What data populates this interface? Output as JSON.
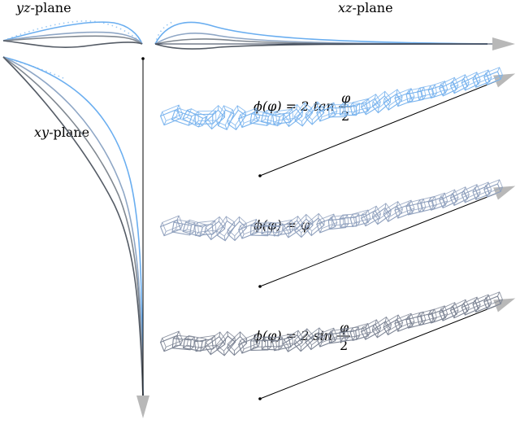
{
  "labels": {
    "yz_var": "yz",
    "yz_suffix": "-plane",
    "xz_var": "xz",
    "xz_suffix": "-plane",
    "xy_var": "xy",
    "xy_suffix": "-plane"
  },
  "equations": [
    {
      "lhs": "ϕ(φ) = 2 tan",
      "num": "φ",
      "den": "2"
    },
    {
      "lhs": "ϕ(φ) = φ",
      "num": "",
      "den": ""
    },
    {
      "lhs": "ϕ(φ) = 2 sin",
      "num": "φ",
      "den": "2"
    }
  ],
  "colors": {
    "blue": "#6aaef0",
    "blue_light": "#9cc9f4",
    "grey": "#7f8790",
    "grey_dark": "#555c66",
    "mid": "#8fa7c6",
    "frame_blue": "#7ab4ee",
    "frame_mid": "#8fa0bd",
    "frame_grey": "#7c8494",
    "axis": "#000000",
    "arrowhead": "#b8b8b8"
  }
}
